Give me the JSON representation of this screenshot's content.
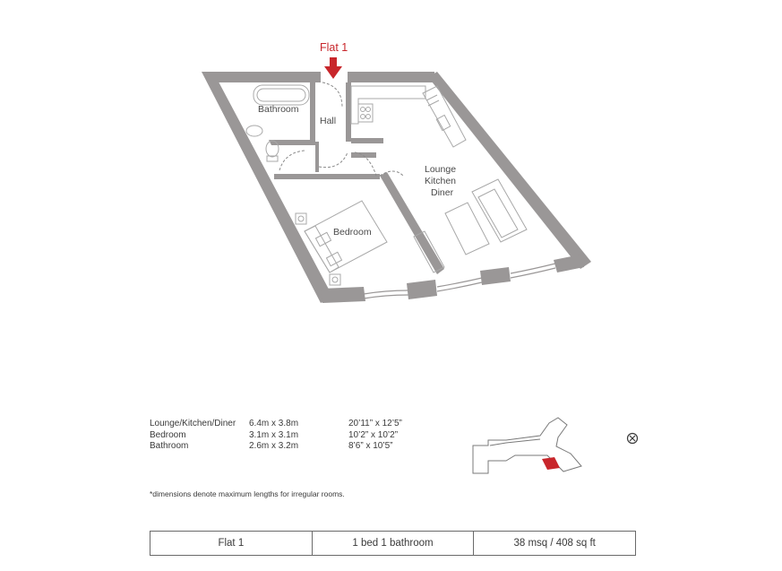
{
  "flat_label": "Flat 1",
  "rooms": {
    "bathroom": "Bathroom",
    "hall": "Hall",
    "lounge_line1": "Lounge",
    "lounge_line2": "Kitchen",
    "lounge_line3": "Diner",
    "bedroom": "Bedroom"
  },
  "dimensions": [
    {
      "room": "Lounge/Kitchen/Diner",
      "metric": "6.4m x 3.8m",
      "imperial": "20’11” x 12’5”"
    },
    {
      "room": "Bedroom",
      "metric": "3.1m x 3.1m",
      "imperial": "10’2” x 10’2”"
    },
    {
      "room": "Bathroom",
      "metric": "2.6m x 3.2m",
      "imperial": "8’6” x 10’5”"
    }
  ],
  "footnote": "*dimensions denote maximum lengths for irregular rooms.",
  "summary": {
    "flat": "Flat 1",
    "type": "1 bed 1 bathroom",
    "area": "38 msq / 408 sq ft"
  },
  "colors": {
    "wall": "#9a9797",
    "accent": "#c8262b",
    "fixture_line": "#a8a8a8"
  },
  "icons": {
    "entrance_arrow": "arrow-down-icon",
    "compass": "north-point-icon"
  }
}
